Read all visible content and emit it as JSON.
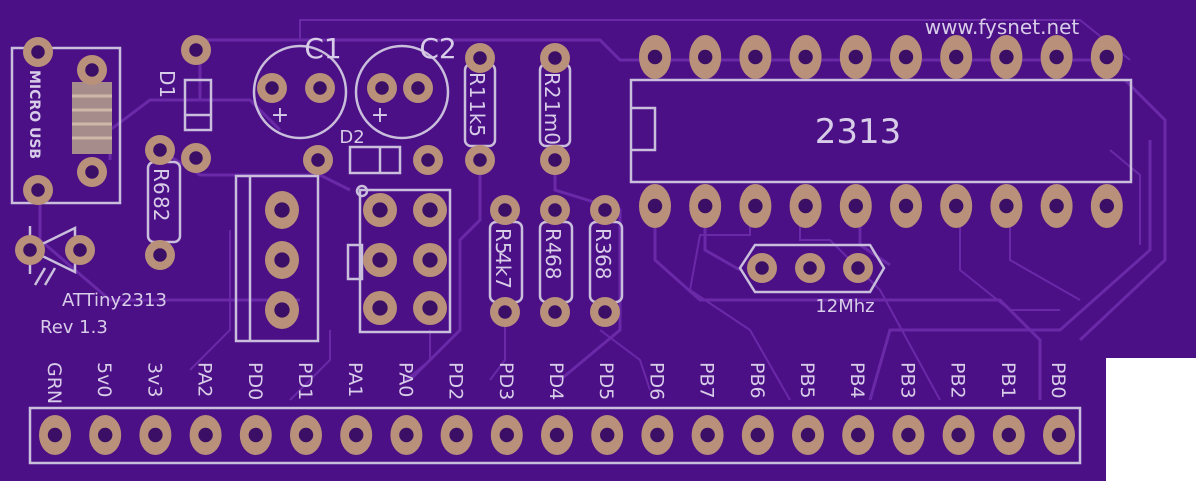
{
  "board": {
    "url": "www.fysnet.net",
    "name": "ATTiny2313",
    "revision": "Rev 1.3",
    "colors": {
      "soldermask": "#4b0f86",
      "silkscreen": "#d0c4e2",
      "pad": "#b99079",
      "trace": "#6a2aa8"
    }
  },
  "labels": {
    "micro_usb": "MICRO USB",
    "d1": "D1",
    "d2": "D2",
    "c1": "C1",
    "c2": "C2",
    "c1_pol": "+",
    "c2_pol": "+",
    "r1": "R1",
    "r1_val": "1k5",
    "r2": "R2",
    "r2_val": "1m0",
    "r3": "R3",
    "r3_val": "68",
    "r4": "R4",
    "r4_val": "68",
    "r5": "R5",
    "r5_val": "4k7",
    "r6": "R6",
    "r6_val": "82",
    "ic": "2313",
    "crystal": "12Mhz"
  },
  "header_pins": [
    "GRN",
    "5v0",
    "3v3",
    "PA2",
    "PD0",
    "PD1",
    "PA1",
    "PA0",
    "PD2",
    "PD3",
    "PD4",
    "PD5",
    "PD6",
    "PB7",
    "PB6",
    "PB5",
    "PB4",
    "PB3",
    "PB2",
    "PB1",
    "PB0"
  ]
}
